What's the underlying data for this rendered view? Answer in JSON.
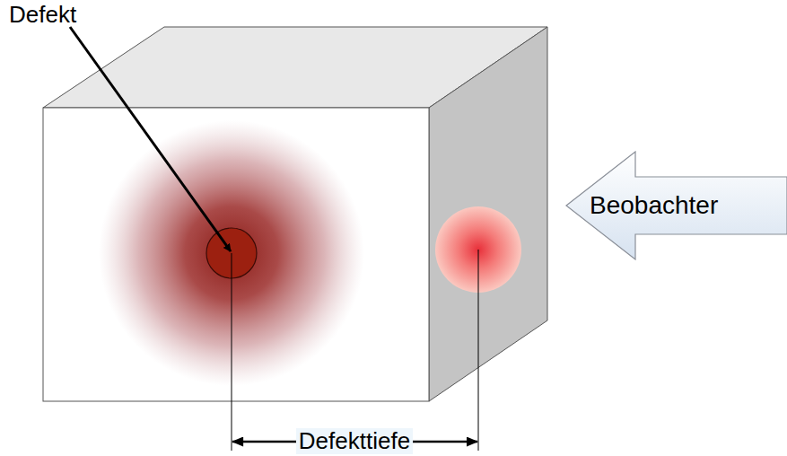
{
  "diagram": {
    "nodes": [
      {
        "text": [
          "Beobachter"
        ]
      }
    ],
    "labels": [
      "Defekt",
      "Defekttiefe"
    ]
  }
}
